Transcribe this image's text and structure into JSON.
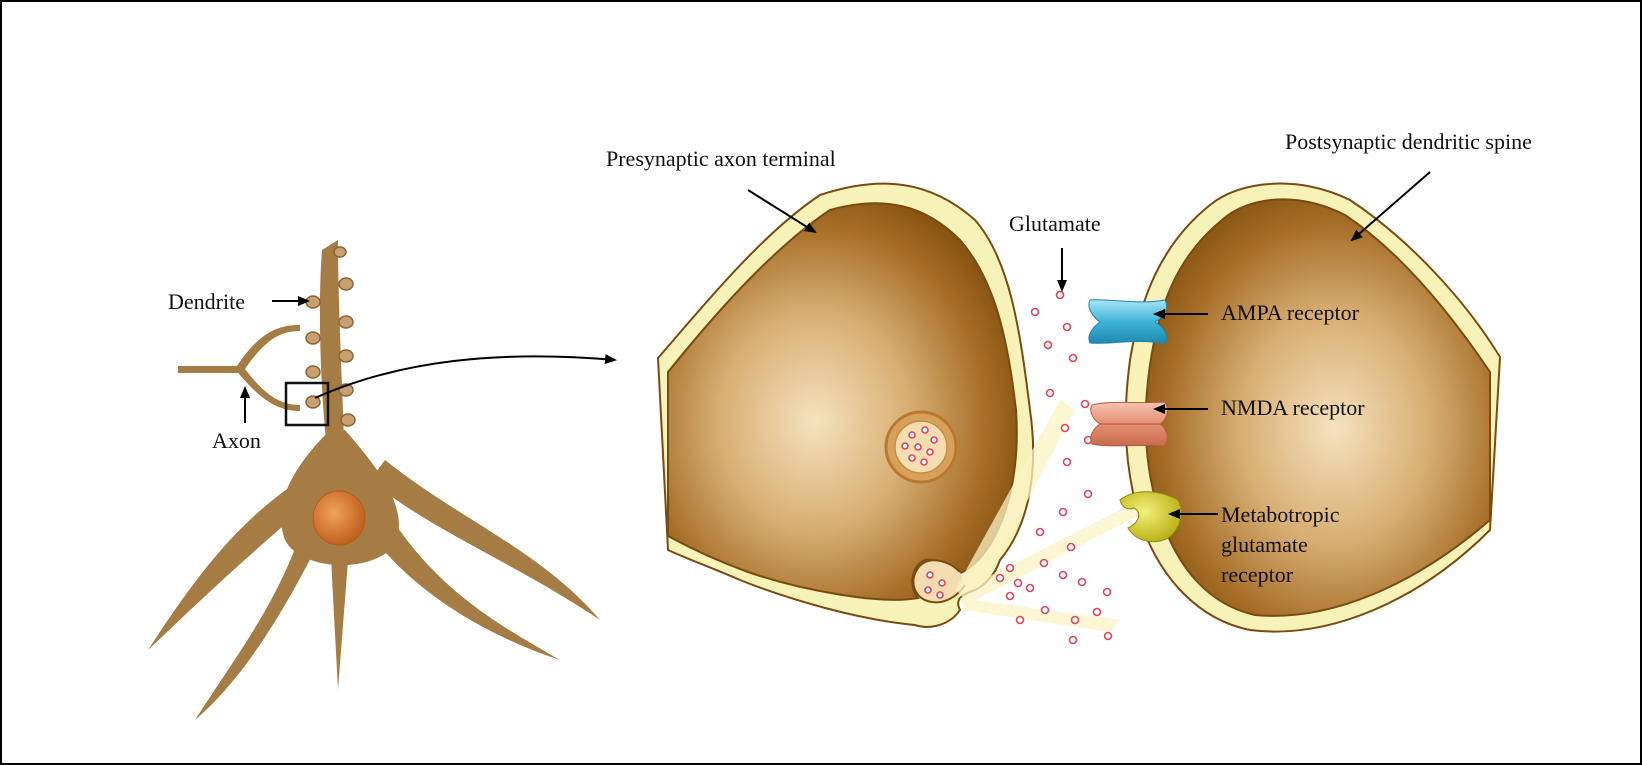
{
  "labels": {
    "dendrite": "Dendrite",
    "axon": "Axon",
    "presynaptic": "Presynaptic axon terminal",
    "postsynaptic": "Postsynaptic dendritic spine",
    "glutamate": "Glutamate",
    "ampa": "AMPA receptor",
    "nmda": "NMDA receptor",
    "metabotropic": [
      "Metabotropic",
      "glutamate",
      "receptor"
    ]
  },
  "colors": {
    "neuron": "#a67c45",
    "terminal_dark": "#8a5714",
    "terminal_light": "#f2dcb0",
    "membrane": "#f7f3b8",
    "outline": "#6b3d0c",
    "nucleus": "#d77a2c",
    "ampa": "#3fb4d8",
    "nmda": "#e58f72",
    "metabotropic": "#d6cf1c",
    "glutamate": "#e2425a"
  }
}
